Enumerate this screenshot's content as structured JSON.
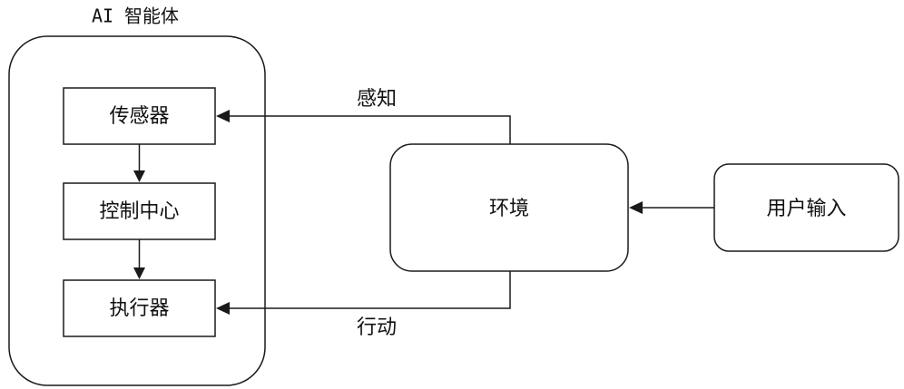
{
  "agent": {
    "title": "AI 智能体",
    "sensor_label": "传感器",
    "control_label": "控制中心",
    "actuator_label": "执行器"
  },
  "environment": {
    "label": "环境"
  },
  "user_input": {
    "label": "用户输入"
  },
  "edges": {
    "perception_label": "感知",
    "action_label": "行动"
  }
}
